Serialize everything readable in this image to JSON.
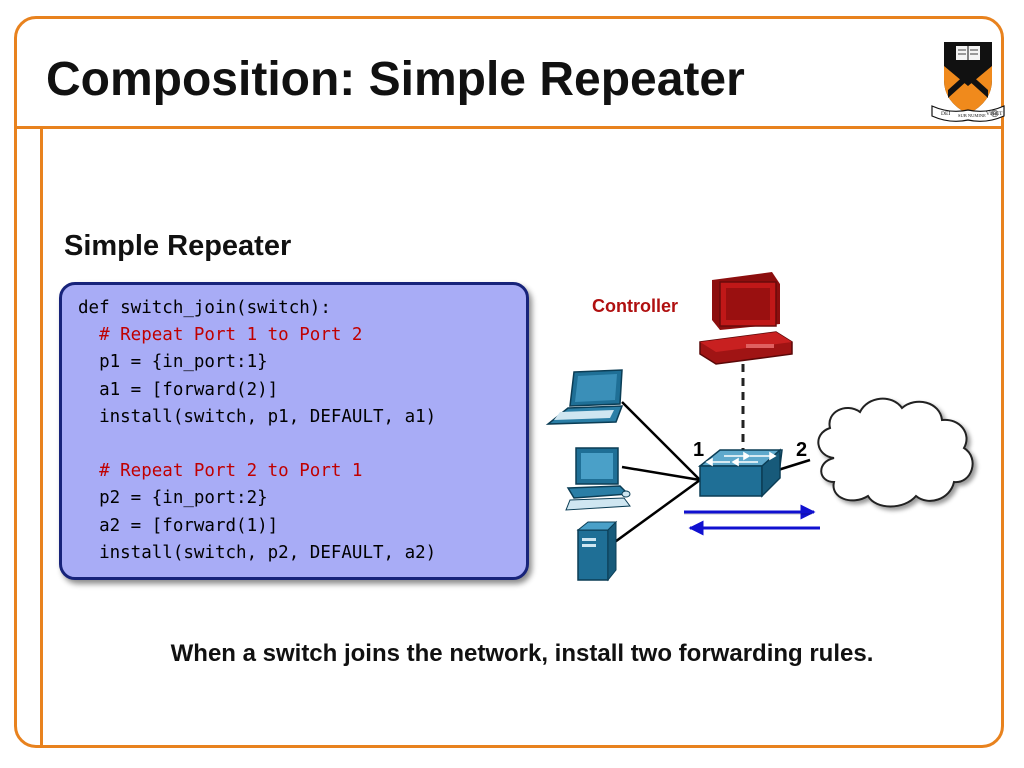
{
  "slide": {
    "title": "Composition: Simple Repeater",
    "subheading": "Simple Repeater",
    "caption": "When a switch joins the network, install two forwarding rules.",
    "copyright": "®"
  },
  "logo": {
    "motto_left": "DEI",
    "motto_center": "SUB NUMINE",
    "motto_right": "VIGET"
  },
  "code": {
    "lines": [
      {
        "text": "def switch_join(switch):",
        "kind": "code"
      },
      {
        "text": "  # Repeat Port 1 to Port 2",
        "kind": "comment"
      },
      {
        "text": "  p1 = {in_port:1}",
        "kind": "code"
      },
      {
        "text": "  a1 = [forward(2)]",
        "kind": "code"
      },
      {
        "text": "  install(switch, p1, DEFAULT, a1)",
        "kind": "code"
      },
      {
        "text": "",
        "kind": "code"
      },
      {
        "text": "  # Repeat Port 2 to Port 1",
        "kind": "comment"
      },
      {
        "text": "  p2 = {in_port:2}",
        "kind": "code"
      },
      {
        "text": "  a2 = [forward(1)]",
        "kind": "code"
      },
      {
        "text": "  install(switch, p2, DEFAULT, a2)",
        "kind": "code"
      }
    ]
  },
  "diagram": {
    "controller_label": "Controller",
    "port1_label": "1",
    "port2_label": "2",
    "icons": [
      "laptop-icon",
      "desktop-icon",
      "server-icon",
      "switch-icon",
      "controller-icon",
      "cloud-icon"
    ]
  },
  "colors": {
    "frame": "#e8821e",
    "code_bg": "#a8acf6",
    "code_border": "#17237a",
    "comment": "#c00000",
    "controller": "#b01010",
    "device": "#1f6f96",
    "arrow": "#1010d0"
  }
}
